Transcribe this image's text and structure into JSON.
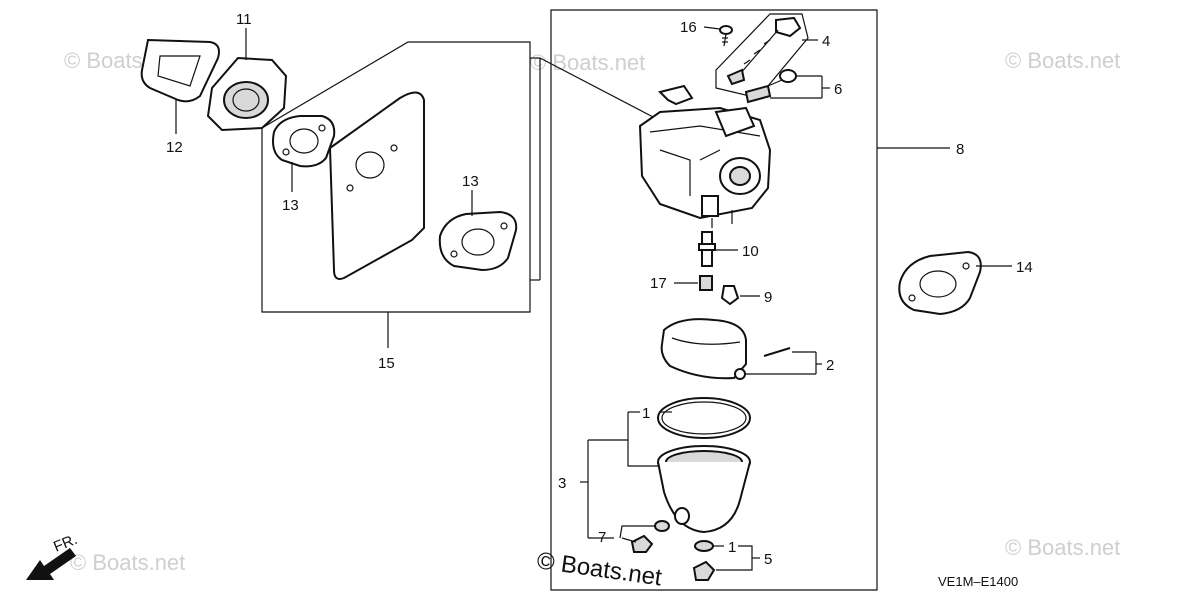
{
  "diagram": {
    "callouts": {
      "p1a": "1",
      "p1b": "1",
      "p2": "2",
      "p3": "3",
      "p4": "4",
      "p5": "5",
      "p6": "6",
      "p7": "7",
      "p8": "8",
      "p9": "9",
      "p10": "10",
      "p11": "11",
      "p12": "12",
      "p13a": "13",
      "p13b": "13",
      "p14": "14",
      "p15": "15",
      "p16": "16",
      "p17": "17"
    },
    "direction_label": "FR.",
    "watermark_main": "© Boats.net",
    "watermark_faint": "© Boats.net",
    "diagram_code": "VE1M–E1400"
  }
}
